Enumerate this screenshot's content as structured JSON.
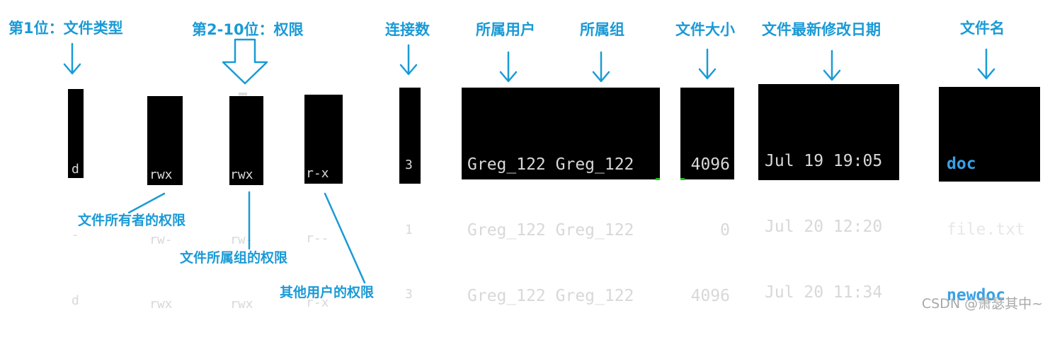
{
  "headers": {
    "type": "第1位：文件类型",
    "perm": "第2-10位：权限",
    "links": "连接数",
    "owner": "所属用户",
    "group": "所属组",
    "size": "文件大小",
    "date": "文件最新修改日期",
    "name": "文件名"
  },
  "annotations": {
    "owner_perm": "文件所有者的权限",
    "group_perm": "文件所属组的权限",
    "other_perm": "其他用户的权限"
  },
  "listing": {
    "type": [
      "d",
      "-",
      "d"
    ],
    "owner_perm": [
      "rwx",
      "rw-",
      "rwx"
    ],
    "group_perm": [
      "rwx",
      "rw-",
      "rwx"
    ],
    "other_perm": [
      "r-x",
      "r--",
      "r-x"
    ],
    "links": [
      "3",
      "1",
      "3"
    ],
    "owner_group": [
      "Greg_122 Greg_122",
      "Greg_122 Greg_122",
      "Greg_122 Greg_122"
    ],
    "size": [
      "4096",
      "0",
      "4096"
    ],
    "date": [
      "Jul 19 19:05",
      "Jul 20 12:20",
      "Jul 20 11:34"
    ],
    "names": [
      "doc",
      "file.txt",
      "newdoc"
    ]
  },
  "colors": {
    "accent": "#1a9ad6",
    "dir_name": "#3aa0e4",
    "terminal_bg": "#000000"
  },
  "watermark": "CSDN @萧瑟其中~"
}
